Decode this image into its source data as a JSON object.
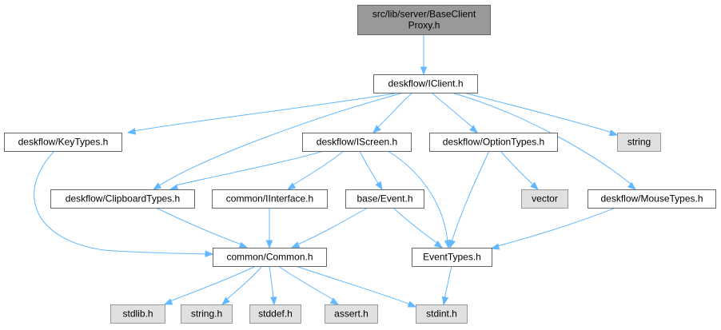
{
  "colors": {
    "focus_fill": "#999999",
    "focus_stroke": "#666666",
    "node_fill": "#ffffff",
    "node_stroke": "#666666",
    "external_fill": "#e0e0e0",
    "external_stroke": "#999999",
    "edge": "#63b8ff"
  },
  "nodes": [
    {
      "id": "baseclientproxy",
      "kind": "focus",
      "lines": [
        "src/lib/server/BaseClient",
        "Proxy.h"
      ]
    },
    {
      "id": "iclient",
      "kind": "header",
      "lines": [
        "deskflow/IClient.h"
      ]
    },
    {
      "id": "keytypes",
      "kind": "header",
      "lines": [
        "deskflow/KeyTypes.h"
      ]
    },
    {
      "id": "iscreen",
      "kind": "header",
      "lines": [
        "deskflow/IScreen.h"
      ]
    },
    {
      "id": "optiontypes",
      "kind": "header",
      "lines": [
        "deskflow/OptionTypes.h"
      ]
    },
    {
      "id": "string",
      "kind": "external",
      "lines": [
        "string"
      ]
    },
    {
      "id": "clipboardtypes",
      "kind": "header",
      "lines": [
        "deskflow/ClipboardTypes.h"
      ]
    },
    {
      "id": "iinterface",
      "kind": "header",
      "lines": [
        "common/IInterface.h"
      ]
    },
    {
      "id": "event",
      "kind": "header",
      "lines": [
        "base/Event.h"
      ]
    },
    {
      "id": "vector",
      "kind": "external",
      "lines": [
        "vector"
      ]
    },
    {
      "id": "mousetypes",
      "kind": "header",
      "lines": [
        "deskflow/MouseTypes.h"
      ]
    },
    {
      "id": "common",
      "kind": "header",
      "lines": [
        "common/Common.h"
      ]
    },
    {
      "id": "eventtypes",
      "kind": "header",
      "lines": [
        "EventTypes.h"
      ]
    },
    {
      "id": "stdlib",
      "kind": "external",
      "lines": [
        "stdlib.h"
      ]
    },
    {
      "id": "string_h",
      "kind": "external",
      "lines": [
        "string.h"
      ]
    },
    {
      "id": "stddef",
      "kind": "external",
      "lines": [
        "stddef.h"
      ]
    },
    {
      "id": "assert",
      "kind": "external",
      "lines": [
        "assert.h"
      ]
    },
    {
      "id": "stdint",
      "kind": "external",
      "lines": [
        "stdint.h"
      ]
    }
  ],
  "edges": [
    {
      "from": "baseclientproxy",
      "to": "iclient"
    },
    {
      "from": "iclient",
      "to": "keytypes"
    },
    {
      "from": "iclient",
      "to": "clipboardtypes"
    },
    {
      "from": "iclient",
      "to": "iscreen"
    },
    {
      "from": "iclient",
      "to": "optiontypes"
    },
    {
      "from": "iclient",
      "to": "string"
    },
    {
      "from": "iclient",
      "to": "mousetypes"
    },
    {
      "from": "keytypes",
      "to": "common"
    },
    {
      "from": "iscreen",
      "to": "clipboardtypes"
    },
    {
      "from": "iscreen",
      "to": "iinterface"
    },
    {
      "from": "iscreen",
      "to": "event"
    },
    {
      "from": "iscreen",
      "to": "eventtypes"
    },
    {
      "from": "optiontypes",
      "to": "eventtypes"
    },
    {
      "from": "optiontypes",
      "to": "vector"
    },
    {
      "from": "clipboardtypes",
      "to": "common"
    },
    {
      "from": "iinterface",
      "to": "common"
    },
    {
      "from": "event",
      "to": "common"
    },
    {
      "from": "event",
      "to": "eventtypes"
    },
    {
      "from": "mousetypes",
      "to": "eventtypes"
    },
    {
      "from": "common",
      "to": "stdlib"
    },
    {
      "from": "common",
      "to": "string_h"
    },
    {
      "from": "common",
      "to": "stddef"
    },
    {
      "from": "common",
      "to": "assert"
    },
    {
      "from": "common",
      "to": "stdint"
    },
    {
      "from": "eventtypes",
      "to": "stdint"
    }
  ]
}
